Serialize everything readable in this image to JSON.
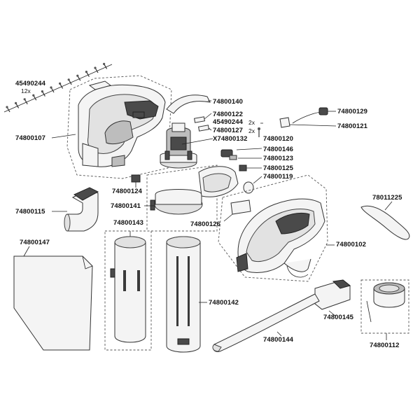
{
  "diagram": {
    "part_numbers": [
      {
        "id": "p45490244a",
        "text": "45490244",
        "qty": "12x"
      },
      {
        "id": "p74800107",
        "text": "74800107"
      },
      {
        "id": "p74800140",
        "text": "74800140"
      },
      {
        "id": "p74800122",
        "text": "74800122"
      },
      {
        "id": "p45490244b",
        "text": "45490244",
        "qty": "2x"
      },
      {
        "id": "p74800127",
        "text": "74800127",
        "qty": "2x"
      },
      {
        "id": "pX74800132",
        "text": "X74800132"
      },
      {
        "id": "p74800129",
        "text": "74800129"
      },
      {
        "id": "p74800121",
        "text": "74800121"
      },
      {
        "id": "p74800120",
        "text": "74800120"
      },
      {
        "id": "p74800146",
        "text": "74800146"
      },
      {
        "id": "p74800123",
        "text": "74800123"
      },
      {
        "id": "p74800125",
        "text": "74800125"
      },
      {
        "id": "p74800119",
        "text": "74800119"
      },
      {
        "id": "p74800124",
        "text": "74800124"
      },
      {
        "id": "p74800141",
        "text": "74800141"
      },
      {
        "id": "p74800126",
        "text": "74800126"
      },
      {
        "id": "p74800115",
        "text": "74800115"
      },
      {
        "id": "p74800143",
        "text": "74800143"
      },
      {
        "id": "p78011225",
        "text": "78011225"
      },
      {
        "id": "p74800102",
        "text": "74800102"
      },
      {
        "id": "p74800147",
        "text": "74800147"
      },
      {
        "id": "p74800142",
        "text": "74800142"
      },
      {
        "id": "p74800145",
        "text": "74800145"
      },
      {
        "id": "p74800144",
        "text": "74800144"
      },
      {
        "id": "p74800112",
        "text": "74800112"
      }
    ]
  }
}
